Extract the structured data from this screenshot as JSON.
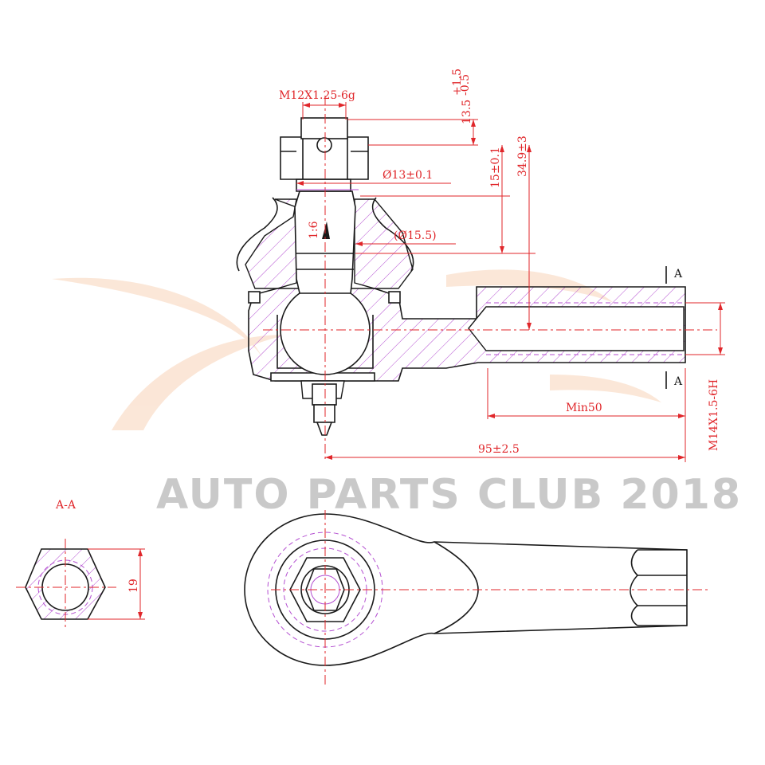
{
  "watermark": "AUTO PARTS CLUB 2018",
  "section_label": "A-A",
  "section_marks": [
    "A",
    "A"
  ],
  "dimensions": {
    "stud_thread": "M12X1.25-6g",
    "shank_diameter": "Ø13±0.1",
    "taper_ratio": "1:6",
    "taper_diameter": "(Ø15.5)",
    "thread_length_main": "13.5",
    "thread_length_tol_upper": "+1.5",
    "thread_length_tol_lower": "-0.5",
    "taper_length": "15±0.1",
    "stud_height": "34.9±3",
    "min_thread_depth": "Min50",
    "overall_length": "95±2.5",
    "inner_thread": "M14X1.5-6H",
    "hex_width": "19"
  },
  "colors": {
    "outline": "#1a1a1a",
    "dimension": "#e0262a",
    "hatch": "#b44fd1",
    "watermark_text": "#c9c9c9",
    "watermark_logo": "#f7c9a8"
  }
}
